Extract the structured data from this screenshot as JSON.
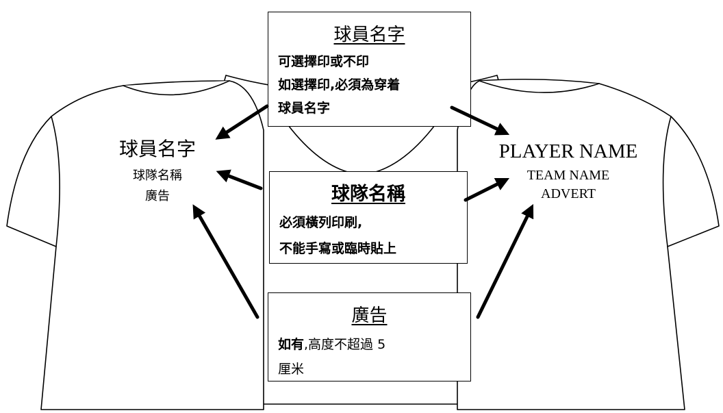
{
  "left_shirt": {
    "player_name": "球員名字",
    "team_name": "球隊名稱",
    "advert": "廣告"
  },
  "right_shirt": {
    "player_name": "PLAYER NAME",
    "team_name": "TEAM NAME",
    "advert": "ADVERT"
  },
  "box_player": {
    "title": "球員名字",
    "lines": [
      "可選擇印或不印",
      "如選擇印,必須為穿着",
      "球員名字"
    ]
  },
  "box_team": {
    "title": "球隊名稱",
    "lines": [
      "必須橫列印刷,",
      "不能手寫或臨時貼上"
    ]
  },
  "box_advert": {
    "title": "廣告",
    "line1_bold": "如有",
    "line1_rest": ",高度不超過 5",
    "line2": "厘米"
  },
  "colors": {
    "ink": "#000000",
    "paper": "#ffffff"
  }
}
